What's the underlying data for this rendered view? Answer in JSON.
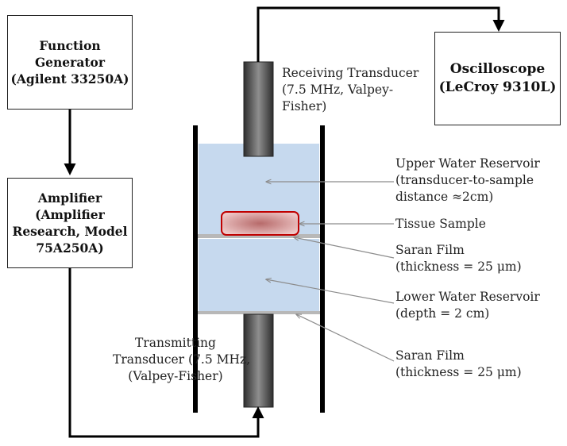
{
  "boxes": {
    "function_generator": {
      "line1": "Function",
      "line2": "Generator",
      "line3": "(Agilent 33250A)"
    },
    "amplifier": {
      "line1": "Amplifier",
      "line2": "(Amplifier",
      "line3": "Research, Model",
      "line4": "75A250A)"
    },
    "oscilloscope": {
      "line1": "Oscilloscope",
      "line2": "(LeCroy 9310L)"
    }
  },
  "labels": {
    "receiving_transducer": {
      "line1": "Receiving Transducer",
      "line2": "(7.5 MHz, Valpey-",
      "line3": "Fisher)"
    },
    "transmitting_transducer": {
      "line1": "Transmitting",
      "line2": "Transducer (7.5 MHz,",
      "line3": "(Valpey-Fisher)"
    },
    "upper_reservoir": {
      "line1": "Upper Water Reservoir",
      "line2": "(transducer-to-sample",
      "line3": "distance ≈2cm)"
    },
    "tissue_sample": {
      "line1": "Tissue Sample"
    },
    "saran_film_upper": {
      "line1": "Saran Film",
      "line2": "(thickness = 25 μm)"
    },
    "lower_reservoir": {
      "line1": "Lower Water Reservoir",
      "line2": "(depth = 2 cm)"
    },
    "saran_film_lower": {
      "line1": "Saran Film",
      "line2": "(thickness = 25 μm)"
    }
  },
  "colors": {
    "water": "#c6d9ee",
    "tank_wall": "#000000",
    "film": "#b8b8b8",
    "sample_border": "#c00000",
    "sample_fill": "#d99a9a",
    "transducer_dark": "#3a3a3a",
    "transducer_light": "#8a8a8a",
    "leader_line": "#8c8c8c",
    "wire": "#000000"
  }
}
